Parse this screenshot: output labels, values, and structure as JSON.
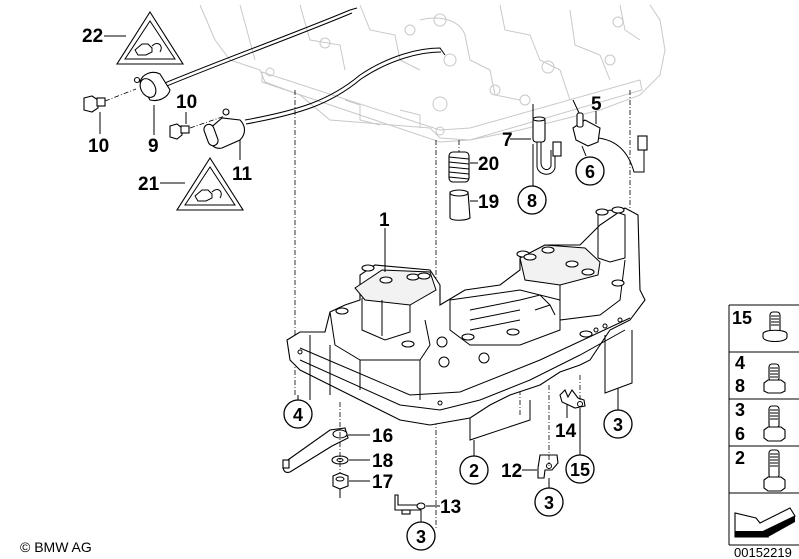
{
  "diagram": {
    "title": "Valve body / mechatronic assembly parts diagram",
    "copyright": "© BMW AG",
    "reference_number": "00152219",
    "callouts": {
      "c1": "1",
      "c5": "5",
      "c7": "7",
      "c9": "9",
      "c10a": "10",
      "c10b": "10",
      "c11": "11",
      "c12": "12",
      "c13": "13",
      "c14": "14",
      "c16": "16",
      "c17": "17",
      "c18": "18",
      "c19": "19",
      "c20": "20",
      "c21": "21",
      "c22": "22"
    },
    "circled_callouts": {
      "k2": "2",
      "k3a": "3",
      "k3b": "3",
      "k3c": "3",
      "k4": "4",
      "k6": "6",
      "k8": "8",
      "k15": "15"
    },
    "legend": {
      "rows": [
        {
          "labels": [
            "15"
          ],
          "icon": "flange-bolt-icon"
        },
        {
          "labels": [
            "4",
            "8"
          ],
          "icon": "short-hex-bolt-icon"
        },
        {
          "labels": [
            "3",
            "6"
          ],
          "icon": "medium-hex-bolt-icon"
        },
        {
          "labels": [
            "2"
          ],
          "icon": "long-hex-bolt-icon"
        },
        {
          "labels": [],
          "icon": "direction-arrow-icon"
        }
      ]
    }
  }
}
